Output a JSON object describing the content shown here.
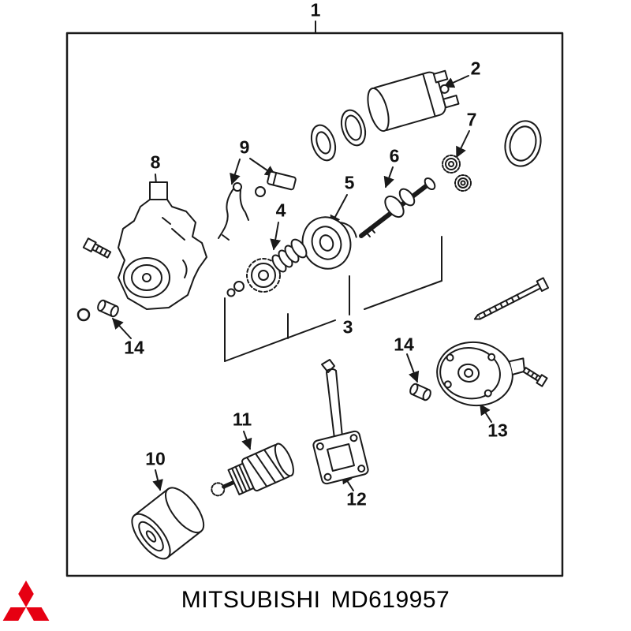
{
  "window": {
    "background": "#ffffff"
  },
  "diagram": {
    "frame_color": "#1a1a1a",
    "line_color": "#1a1a1a",
    "callouts": [
      {
        "label": "1",
        "part": "starter-assembly"
      },
      {
        "label": "2",
        "part": "solenoid"
      },
      {
        "label": "3",
        "part": "pinion-shaft-group"
      },
      {
        "label": "4",
        "part": "drive-pinion"
      },
      {
        "label": "5",
        "part": "overrunning-clutch"
      },
      {
        "label": "6",
        "part": "output-shaft"
      },
      {
        "label": "7",
        "part": "bearings"
      },
      {
        "label": "8",
        "part": "gear-housing"
      },
      {
        "label": "9",
        "part": "shift-lever"
      },
      {
        "label": "10",
        "part": "front-cover"
      },
      {
        "label": "11",
        "part": "armature"
      },
      {
        "label": "12",
        "part": "brush-holder"
      },
      {
        "label": "13",
        "part": "rear-cover"
      },
      {
        "label": "14",
        "part": "bushing-left"
      },
      {
        "label": "14",
        "part": "bushing-right"
      }
    ]
  },
  "footer": {
    "brand": "MITSUBISHI",
    "part_number": "MD619957",
    "logo_color": "#E60012"
  }
}
